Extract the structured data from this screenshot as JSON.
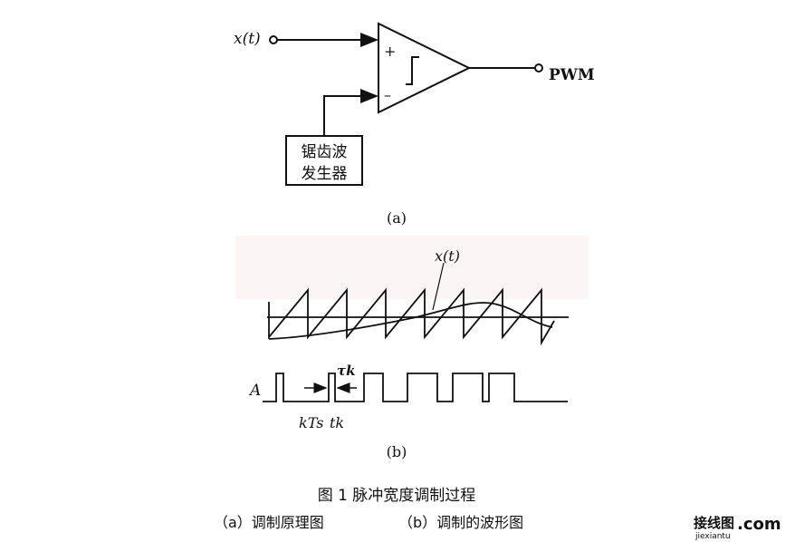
{
  "diagram_a": {
    "input_label": "x(t)",
    "plus": "+",
    "minus": "–",
    "output_label": "PWM",
    "generator_line1": "锯齿波",
    "generator_line2": "发生器",
    "caption": "(a)"
  },
  "diagram_b": {
    "signal_label": "x(t)",
    "amplitude_label": "A",
    "tau_label": "τk",
    "time_label_1": "kTs",
    "time_label_2": "tk",
    "caption": "(b)"
  },
  "figure_caption": {
    "title": "图 1 脉冲宽度调制过程",
    "sub_a": "（a）调制原理图",
    "sub_b": "（b）调制的波形图"
  },
  "watermark": {
    "text": "接线图",
    "domain": ".com",
    "sub": "jiexiantu"
  }
}
